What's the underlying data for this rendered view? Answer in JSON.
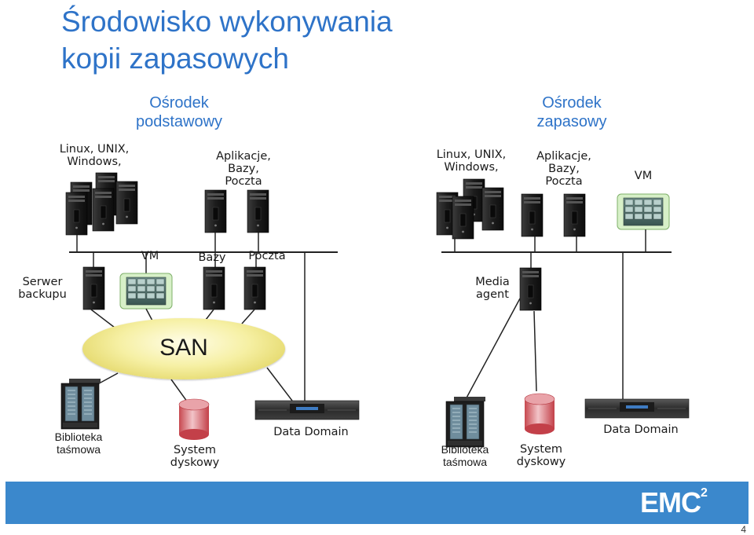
{
  "title_line1": "Środowisko wykonywania",
  "title_line2": "kopii zapasowych",
  "primary_site": {
    "label_line1": "Ośrodek",
    "label_line2": "podstawowy"
  },
  "backup_site": {
    "label_line1": "Ośrodek",
    "label_line2": "zapasowy"
  },
  "primary_servers": {
    "os_line1": "Linux, UNIX,",
    "os_line2": "Windows,",
    "apps_line1": "Aplikacje,",
    "apps_line2": "Bazy,",
    "apps_line3": "Poczta"
  },
  "backup_servers": {
    "os_line1": "Linux, UNIX,",
    "os_line2": "Windows,",
    "apps_line1": "Aplikacje,",
    "apps_line2": "Bazy,",
    "apps_line3": "Poczta",
    "vm": "VM"
  },
  "primary_clients": {
    "vm": "VM",
    "db": "Bazy",
    "mail": "Poczta"
  },
  "backup_server": {
    "line1": "Serwer",
    "line2": "backupu"
  },
  "media_agent": {
    "line1": "Media",
    "line2": "agent"
  },
  "san": "SAN",
  "primary_storage": {
    "tape_line1": "Biblioteka",
    "tape_line2": "taśmowa",
    "disk_line1": "System",
    "disk_line2": "dyskowy",
    "data_domain": "Data Domain"
  },
  "backup_storage": {
    "tape_line1": "Biblioteka",
    "tape_line2": "taśmowa",
    "disk_line1": "System",
    "disk_line2": "dyskowy",
    "data_domain": "Data Domain"
  },
  "footer": {
    "logo": "EMC",
    "logo_sup": "2"
  },
  "page_number": "4",
  "colors": {
    "title": "#2e73c8",
    "footer": "#3b88cc",
    "san_fill": "#f6f0a4",
    "vm_fill": "#d7f0c8"
  }
}
